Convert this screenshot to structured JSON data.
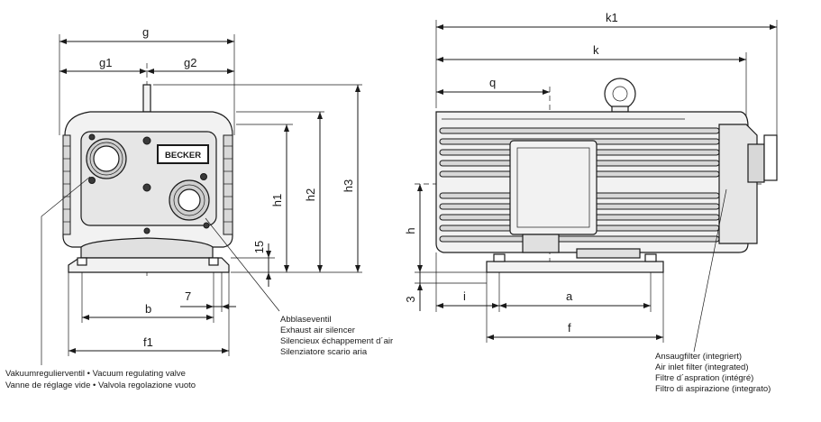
{
  "dimensions": {
    "g": "g",
    "g1": "g1",
    "g2": "g2",
    "h1": "h1",
    "h2": "h2",
    "h3": "h3",
    "d15": "15",
    "d7": "7",
    "b": "b",
    "f1": "f1",
    "k1": "k1",
    "k": "k",
    "q": "q",
    "h": "h",
    "d3": "3",
    "i": "i",
    "a": "a",
    "f": "f"
  },
  "brand": "BECKER",
  "notes": {
    "vacuum_valve": {
      "line1": "Vakuumregulierventil • Vacuum regulating valve",
      "line2": "Vanne de réglage vide • Valvola regolazione vuoto"
    },
    "exhaust": {
      "line1": "Abblaseventil",
      "line2": "Exhaust air silencer",
      "line3": "Silencieux échappement d´air",
      "line4": "Silenziatore scario aria"
    },
    "filter": {
      "line1": "Ansaugfilter (integriert)",
      "line2": "Air inlet filter (integrated)",
      "line3": "Filtre d´aspration (intégré)",
      "line4": "Filtro di aspirazione (integrato)"
    }
  }
}
